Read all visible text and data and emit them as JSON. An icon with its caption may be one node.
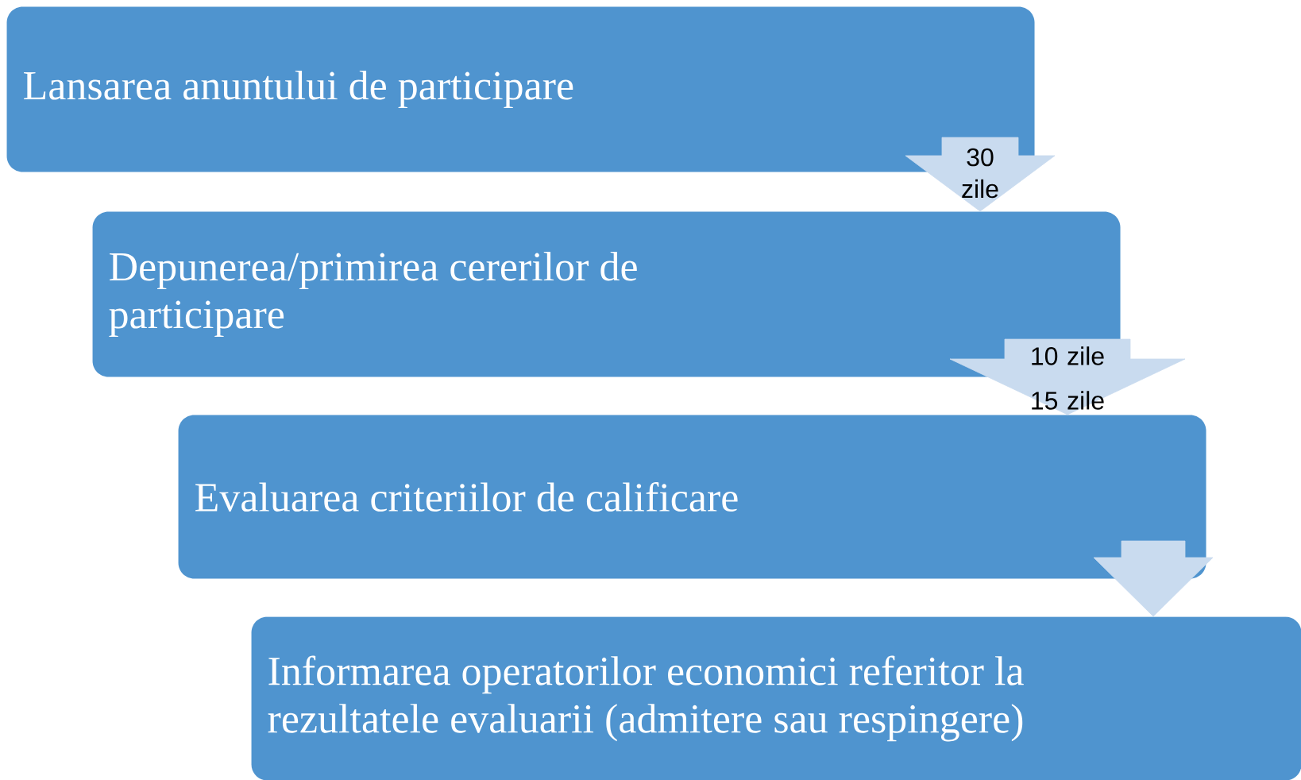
{
  "diagram": {
    "nodes": [
      {
        "text": [
          "Lansarea anuntului de participare"
        ]
      },
      {
        "text": [
          "Depunerea/primirea  cererilor de participare"
        ]
      },
      {
        "text": [
          "Evaluarea criteriilor de calificare"
        ]
      },
      {
        "text": [
          "Informarea operatorilor economici referitor la rezultatele evaluarii (admitere sau respingere)"
        ]
      }
    ],
    "edges": [
      {
        "from": 0,
        "to": 1,
        "arrow": "to",
        "label": "30 zile"
      },
      {
        "from": 1,
        "to": 2,
        "arrow": "to",
        "label": "10 zile"
      },
      {
        "from": 2,
        "to": 3,
        "arrow": "to"
      }
    ],
    "labels": [
      "15 zile"
    ]
  }
}
